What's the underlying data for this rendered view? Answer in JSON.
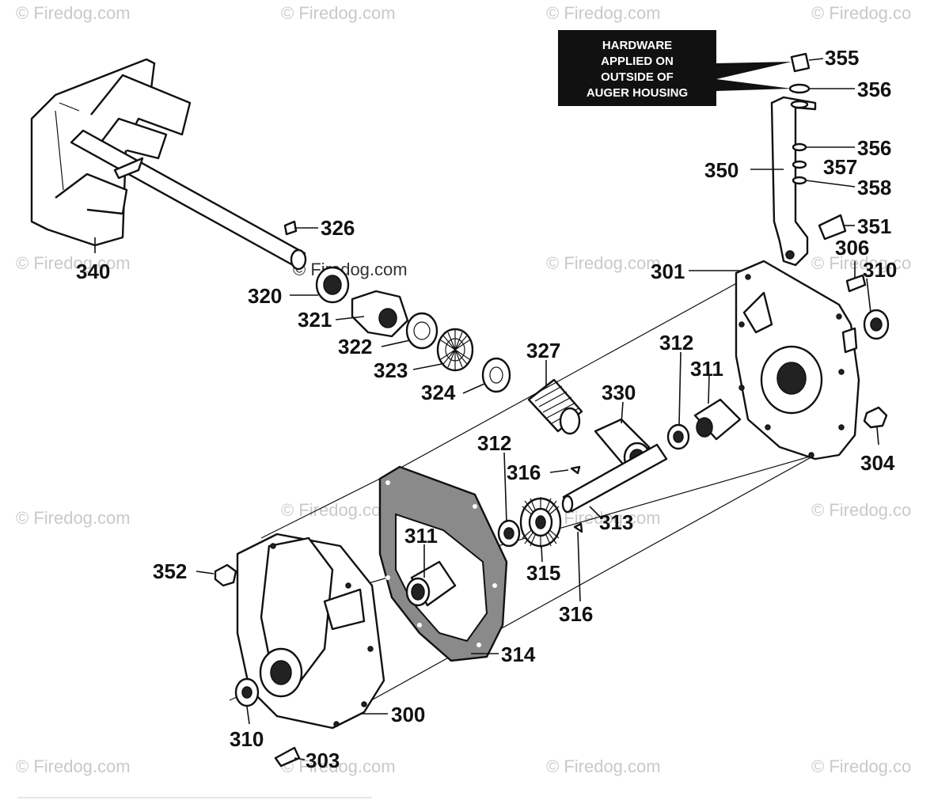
{
  "note": {
    "lines": [
      "HARDWARE",
      "APPLIED ON",
      "OUTSIDE OF",
      "AUGER HOUSING"
    ]
  },
  "watermarks": {
    "brand": "© Firedog.com",
    "brand_cut": "© Firedog.co",
    "inline": "© Firedog.com"
  },
  "labels": {
    "p355": "355",
    "p356a": "356",
    "p356b": "356",
    "p357": "357",
    "p358": "358",
    "p350": "350",
    "p351": "351",
    "p306": "306",
    "p310a": "310",
    "p301": "301",
    "p326": "326",
    "p340": "340",
    "p320": "320",
    "p321": "321",
    "p322": "322",
    "p323": "323",
    "p324": "324",
    "p327": "327",
    "p330": "330",
    "p312a": "312",
    "p311a": "311",
    "p304": "304",
    "p312b": "312",
    "p316a": "316",
    "p313": "313",
    "p311b": "311",
    "p315": "315",
    "p316b": "316",
    "p352": "352",
    "p314": "314",
    "p300": "300",
    "p310b": "310",
    "p303": "303"
  }
}
